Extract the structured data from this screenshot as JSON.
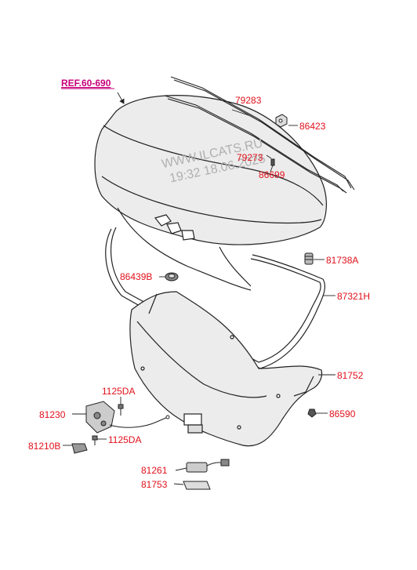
{
  "diagram": {
    "reference": "REF.60-690",
    "watermark": {
      "site": "WWW.ILCATS.RU",
      "stamp": "19:32 18.06.2025"
    },
    "part_labels": {
      "p79283": "79283",
      "p86423": "86423",
      "p79273": "79273",
      "p86699": "86699",
      "p81738A": "81738A",
      "p86439B": "86439B",
      "p87321H": "87321H",
      "p81752": "81752",
      "p1125DA_top": "1125DA",
      "p81230": "81230",
      "p86590": "86590",
      "p81210B": "81210B",
      "p1125DA_bottom": "1125DA",
      "p81261": "81261",
      "p81753": "81753"
    }
  },
  "colors": {
    "label": "#e0101a",
    "reference": "#c8007a",
    "line": "#222222",
    "panel_fill": "#ececec",
    "watermark": "#b0b0b0"
  }
}
